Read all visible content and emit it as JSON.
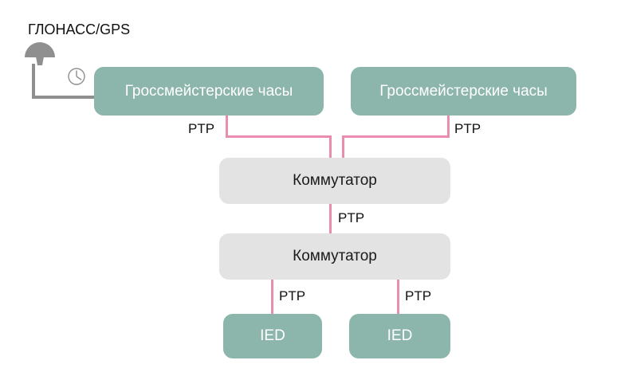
{
  "diagram": {
    "title": "ГЛОНАСС/GPS",
    "colors": {
      "clock_box": "#8cb5ab",
      "switch_box": "#e3e3e3",
      "ied_box": "#8cb5ab",
      "link": "#e98cb0",
      "antenna": "#8f8f8f",
      "background": "#ffffff"
    },
    "icons": {
      "antenna": "satellite-antenna-icon",
      "clock": "clock-icon"
    },
    "nodes": {
      "grandmaster_clock_left": "Гроссмейстерские часы",
      "grandmaster_clock_right": "Гроссмейстерские часы",
      "switch_top": "Коммутатор",
      "switch_bottom": "Коммутатор",
      "ied_left": "IED",
      "ied_right": "IED"
    },
    "link_labels": {
      "ptp_clock_left": "PTP",
      "ptp_clock_right": "PTP",
      "ptp_switch_to_switch": "PTP",
      "ptp_ied_left": "PTP",
      "ptp_ied_right": "PTP"
    }
  }
}
